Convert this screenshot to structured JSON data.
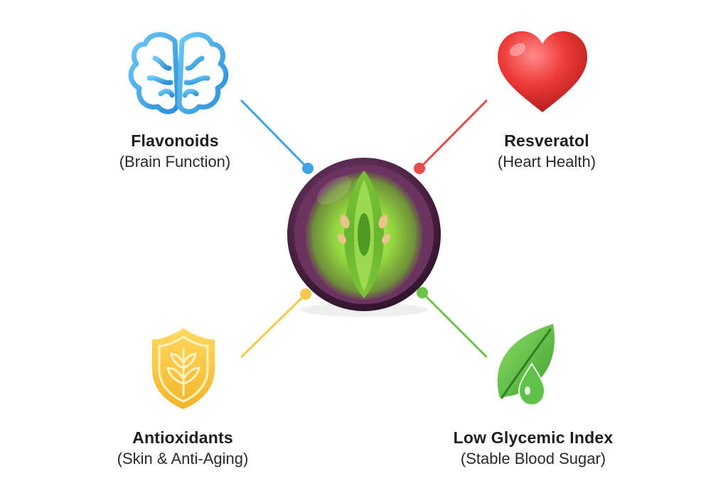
{
  "colors": {
    "flavonoids": "#3ba3e6",
    "resveratol": "#e84a4a",
    "antioxidants": "#f2c94c",
    "low_glycemic": "#6cc24a",
    "grape_skin": "#4a2340",
    "grape_flesh": "#9be04a"
  },
  "benefits": [
    {
      "title": "Flavonoids",
      "subtitle": "(Brain Function)",
      "icon": "brain-icon"
    },
    {
      "title": "Resveratol",
      "subtitle": "(Heart Health)",
      "icon": "heart-icon"
    },
    {
      "title": "Antioxidants",
      "subtitle": "(Skin & Anti-Aging)",
      "icon": "shield-leaf-icon"
    },
    {
      "title": "Low Glycemic Index",
      "subtitle": "(Stable Blood Sugar)",
      "icon": "leaf-drop-icon"
    }
  ],
  "center": {
    "icon": "grape-cross-section-icon"
  }
}
